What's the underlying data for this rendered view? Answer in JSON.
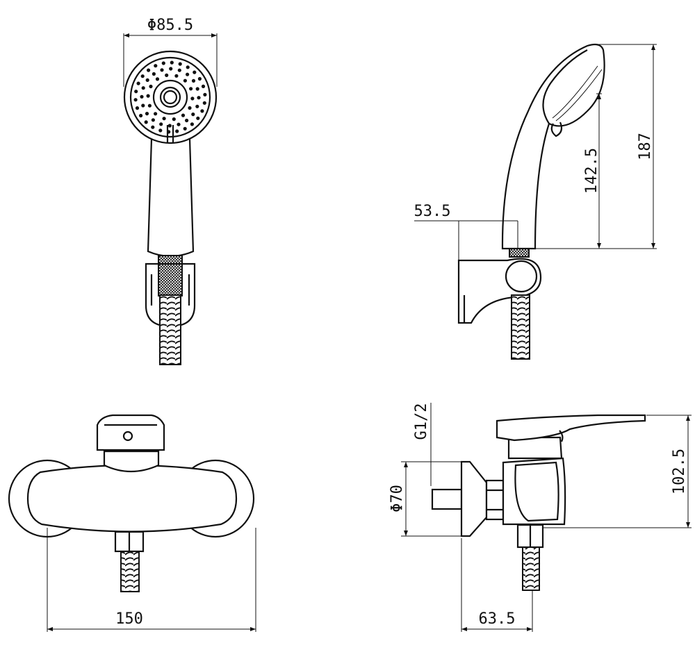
{
  "dimensions": {
    "head_diameter": "Φ85.5",
    "holder_offset": "53.5",
    "head_height": "142.5",
    "total_height": "187",
    "connection_thread": "G1/2",
    "flange_diameter": "Φ70",
    "lever_height": "102.5",
    "body_width": "150",
    "body_depth": "63.5"
  },
  "colors": {
    "line": "#111111",
    "background": "#ffffff"
  }
}
